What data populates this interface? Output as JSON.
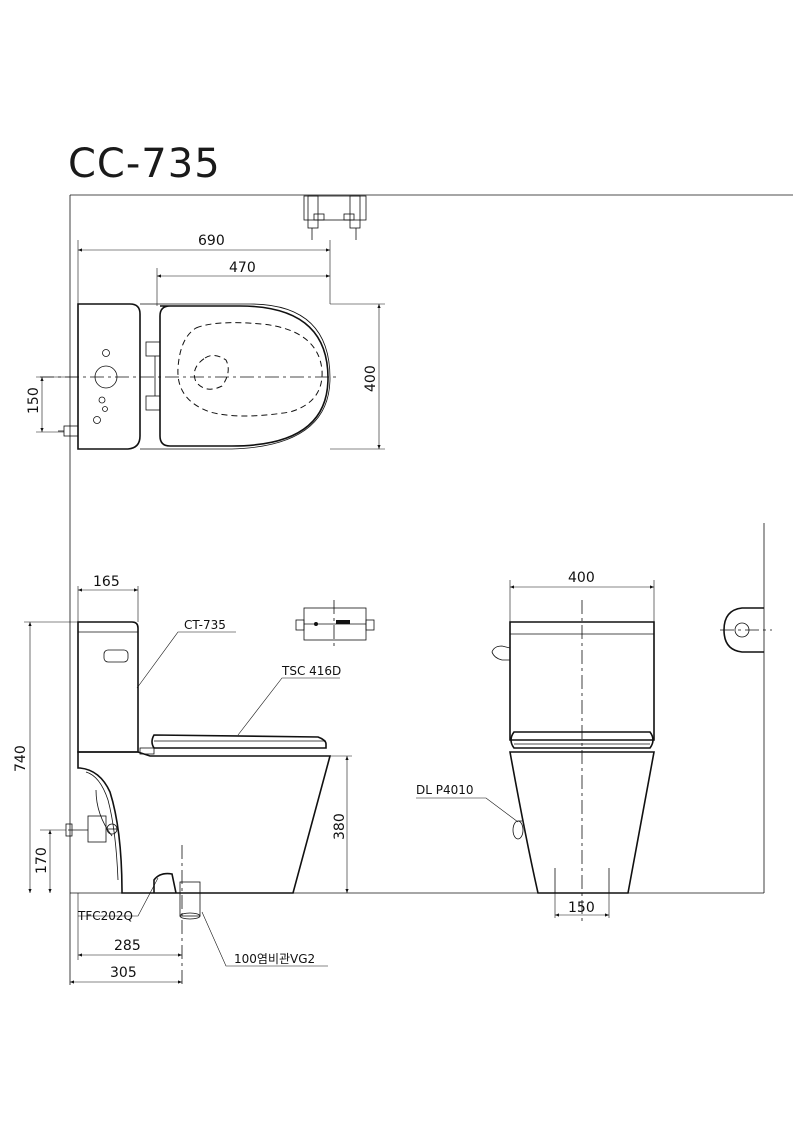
{
  "title": "CC-735",
  "top_view": {
    "dim_total_length": "690",
    "dim_seat_length": "470",
    "dim_width": "400",
    "dim_supply_offset": "150"
  },
  "side_view": {
    "dim_tank_depth": "165",
    "dim_total_height": "740",
    "dim_seat_height": "380",
    "dim_supply_height": "170",
    "dim_drain_center": "285",
    "dim_drain_outer": "305",
    "label_tank": "CT-735",
    "label_seat": "TSC 416D",
    "label_valve": "TFC202Q",
    "label_pipe": "100염비관VG2"
  },
  "front_view": {
    "dim_width": "400",
    "dim_bolt_spacing": "150",
    "label_lever": "DL P4010"
  }
}
